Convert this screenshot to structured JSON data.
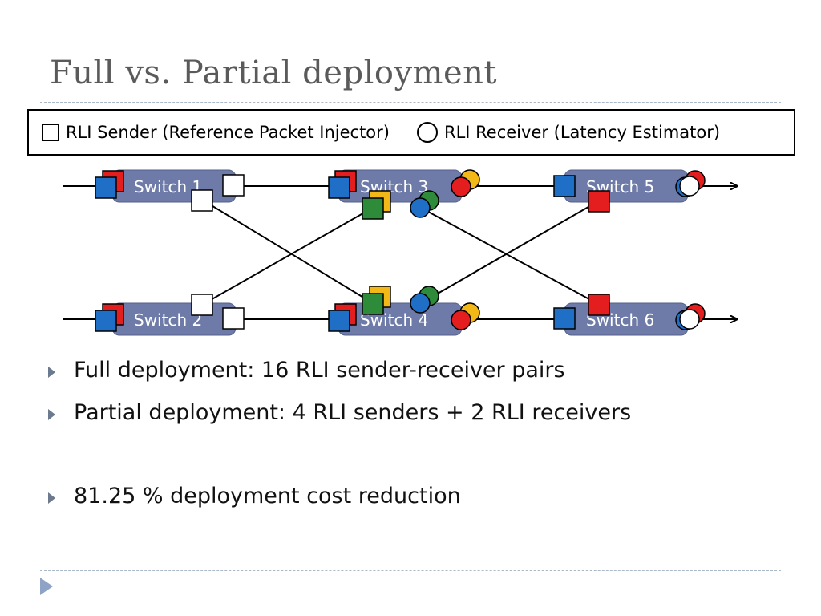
{
  "title": "Full vs. Partial deployment",
  "legend": {
    "sender_label": "RLI Sender (Reference Packet Injector)",
    "receiver_label": "RLI Receiver (Latency Estimator)"
  },
  "switches": [
    {
      "id": "s1",
      "label": "Switch 1"
    },
    {
      "id": "s2",
      "label": "Switch 2"
    },
    {
      "id": "s3",
      "label": "Switch 3"
    },
    {
      "id": "s4",
      "label": "Switch 4"
    },
    {
      "id": "s5",
      "label": "Switch 5"
    },
    {
      "id": "s6",
      "label": "Switch 6"
    }
  ],
  "bullets": [
    "Full deployment: 16 RLI sender-receiver pairs",
    "Partial deployment: 4 RLI senders + 2 RLI receivers",
    "81.25 % deployment cost reduction"
  ],
  "colors": {
    "switch_fill": "#6e7ba8",
    "switch_text": "#ffffff",
    "blue": "#1f6fc6",
    "red": "#e41e1e",
    "green": "#2e8b3a",
    "yellow": "#f2b818",
    "white": "#ffffff",
    "title": "#5a5a5a",
    "bullet_arrow": "#6b7a8f",
    "nav_arrow": "#8ea3c6"
  }
}
